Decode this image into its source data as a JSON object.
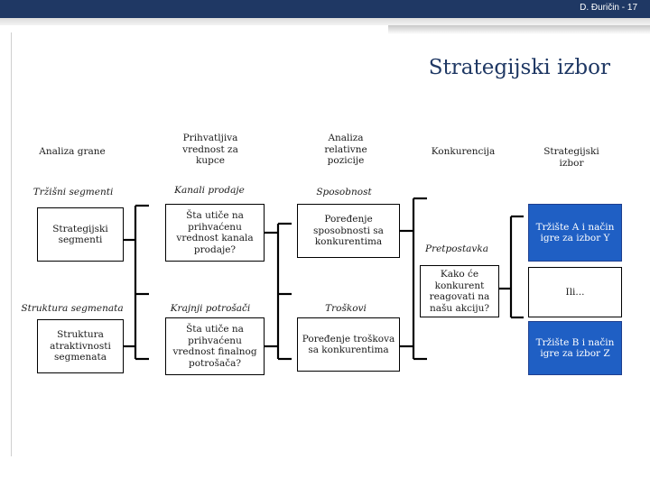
{
  "header": {
    "author_page": "D. Đuričin - 17"
  },
  "slide": {
    "title": "Strategijski izbor"
  },
  "columns": {
    "col1_header": "Analiza grane",
    "col2_header": "Prihvatljiva vrednost za kupce",
    "col3_header": "Analiza relativne pozicije",
    "col4_header": "Konkurencija",
    "col5_header": "Strategijski izbor"
  },
  "rows": {
    "trzisni_segmenti": "Tržišni segmenti",
    "kanali_prodaje": "Kanali prodaje",
    "sposobnost": "Sposobnost",
    "struktura_segmenata": "Struktura segmenata",
    "krajnji_potrosaci": "Krajnji potrošači",
    "troskovi": "Troškovi",
    "pretpostavka": "Pretpostavka"
  },
  "boxes": {
    "strategijski_segmenti": "Strategijski segmenti",
    "sta_utice_kanal": "Šta utiče na prihvaćenu vrednost kanala prodaje?",
    "poredjenje_sposobnosti": "Poređenje sposobnosti sa konkurentima",
    "struktura_atraktivnosti": "Struktura atraktivnosti segmenata",
    "sta_utice_finalni": "Šta utiče na prihvaćenu vrednost finalnog potrošača?",
    "poredjenje_troskova": "Poređenje troškova sa konkurentima",
    "kako_ce_konkurent": "Kako će konkurent reagovati na našu akciju?",
    "trziste_a": "Tržište A i način igre za izbor Y",
    "ili": "Ili...",
    "trziste_b": "Tržište B i način igre za izbor Z"
  },
  "colors": {
    "accent": "#1f3864",
    "box_blue": "#1f5fc4"
  }
}
